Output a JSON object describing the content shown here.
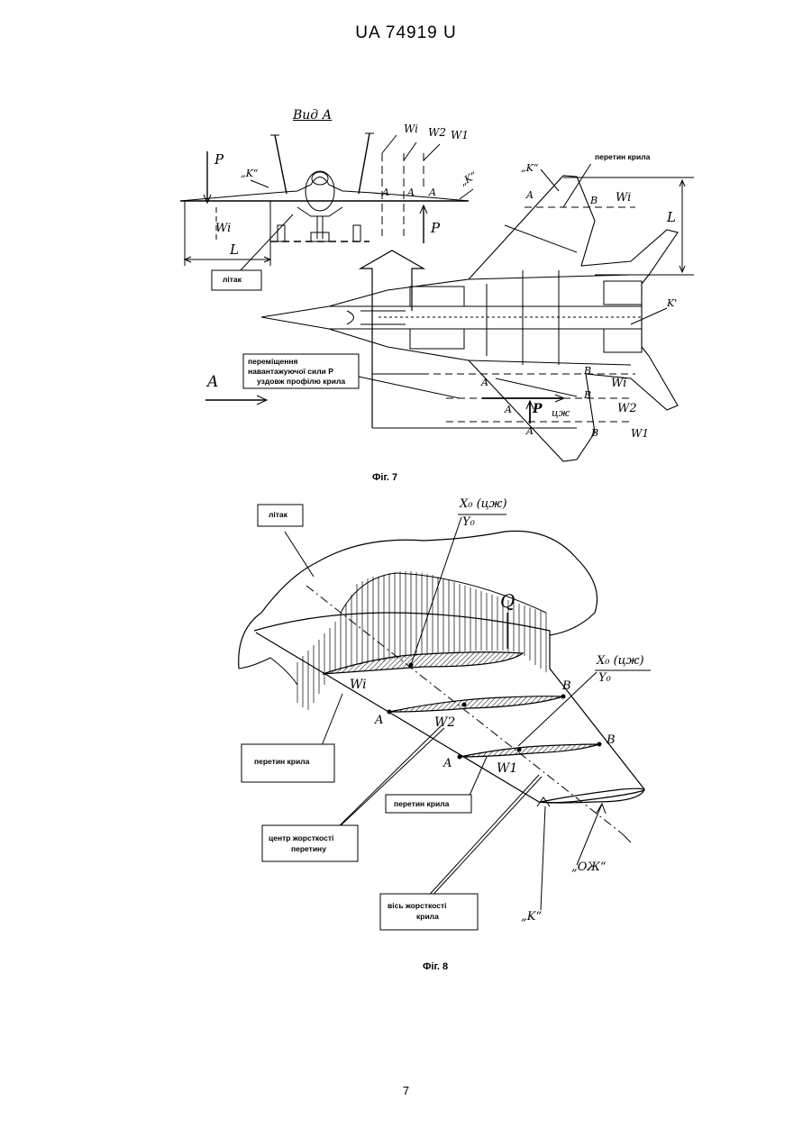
{
  "header": {
    "title": "UA   74919   U"
  },
  "figure7": {
    "caption": "Фіг. 7",
    "view_label": "Вид А",
    "boxes": {
      "plane": "літак",
      "move_line1": "переміщення",
      "move_line2": "навантажуючої сили Р",
      "move_line3": "уздовж профілю крила",
      "wing_section": "перетин крила"
    },
    "marks": {
      "P": "P",
      "A": "A",
      "B": "B",
      "L": "L",
      "Wi": "Wi",
      "W2": "W2",
      "W1": "W1",
      "K1": "„K“",
      "K2": "„K“",
      "K3": "„K“",
      "K4": "K'",
      "cg": "цж"
    }
  },
  "figure8": {
    "caption": "Фіг. 8",
    "boxes": {
      "plane": "літак",
      "section_left": "перетин крила",
      "section_mid": "перетин крила",
      "center_line1": "центр жорсткості",
      "center_line2": "перетину",
      "axis_line1": "вісь жорсткості",
      "axis_line2": "крила"
    },
    "marks": {
      "x0_top": "X₀ (цж)",
      "y0_top": "Y₀",
      "x0_right": "X₀ (цж)",
      "y0_right": "Y₀",
      "Q": "Q",
      "A": "A",
      "B": "B",
      "Wi": "Wi",
      "W2": "W2",
      "W1": "W1",
      "OZh": "„ОЖ“",
      "K": "„K“"
    }
  },
  "footer": {
    "page_number": "7"
  }
}
